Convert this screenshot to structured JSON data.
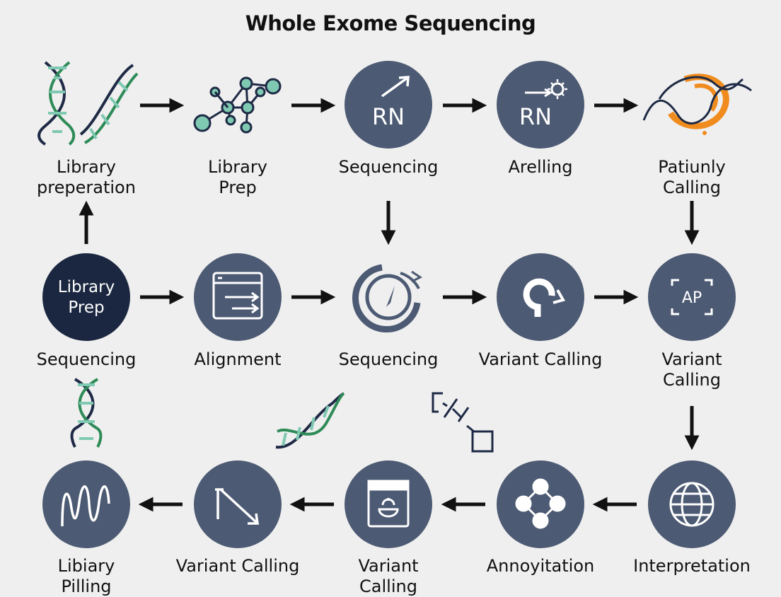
{
  "title": "Whole Exome Sequencing",
  "colors": {
    "circle": "#4c5a73",
    "circle_dark": "#1b2740",
    "arrow": "#111111",
    "teal": "#7fc9b3",
    "green": "#2e8b57",
    "orange": "#f08c1e",
    "navy": "#1e2a45"
  },
  "row1": {
    "labels": [
      "Library\npreperation",
      "Library\nPrep",
      "Sequencing",
      "Arelling",
      "Patiunly\nCalling"
    ],
    "circle_texts": [
      "RN",
      "RN"
    ],
    "icons": [
      "dna-helix-icon",
      "molecule-network-icon",
      "arrow-diagonal-icon",
      "sun-arrow-icon",
      "orange-tangle-icon"
    ]
  },
  "row2": {
    "labels": [
      "Sequencing",
      "Alignment",
      "Sequencing",
      "Variant Calling",
      "Variant\nCalling"
    ],
    "circle_texts": [
      "Library\nPrep",
      "AP"
    ],
    "icons": [
      "library-prep-circle",
      "browser-window-icon",
      "refresh-cursor-icon",
      "rotate-icon",
      "scan-frame-icon"
    ]
  },
  "row3": {
    "labels": [
      "Libiary\nPilling",
      "Variant Calling",
      "Variant\nCalling",
      "Annoyitation",
      "Interpretation"
    ],
    "icons": [
      "waveform-icon",
      "diagonal-arrow-icon",
      "calendar-icon",
      "network-graph-icon",
      "globe-icon"
    ]
  }
}
